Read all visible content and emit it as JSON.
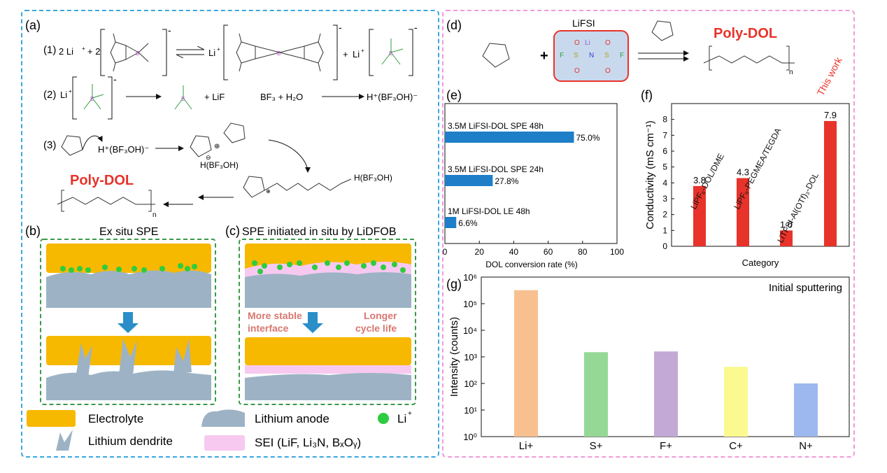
{
  "colors": {
    "left_border": "#3aa7e0",
    "right_border": "#f19ad8",
    "electrolyte": "#f7b800",
    "anode": "#9db3c5",
    "sei": "#f7c9f0",
    "li_ion": "#2ecc40",
    "arrow": "#2a8ec8",
    "bar_blue": "#1e7fc8",
    "bar_red": "#e8332a",
    "poly_dol": "#e8332a",
    "annot": "#d9776f"
  },
  "panel_a": {
    "label": "(a)",
    "eq1": {
      "num": "(1)",
      "lhs": "2 Li",
      "plus_coef": "+ 2",
      "charge": "-",
      "li": "Li",
      "sup": "+",
      "plus": "+",
      "li2": "Li"
    },
    "eq2": {
      "num": "(2)",
      "li": "Li",
      "sup": "+",
      "charge": "-",
      "lif": "+  LiF",
      "bf3": "BF₃  +  H₂O",
      "prod": "H⁺(BF₃OH)⁻"
    },
    "eq3": {
      "num": "(3)",
      "acid": "H⁺(BF₃OH)⁻",
      "h": "H(BF₃OH)",
      "h2": "H(BF₃OH)",
      "plus": "⊕",
      "minus": "⊖"
    },
    "poly_dol": "Poly-DOL",
    "n": "n"
  },
  "panel_b": {
    "label": "(b)",
    "title": "Ex situ SPE"
  },
  "panel_c": {
    "label": "(c)",
    "title": "SPE initiated in situ by LiDFOB",
    "annot_left": [
      "More stable",
      "interface"
    ],
    "annot_right": [
      "Longer",
      "cycle life"
    ]
  },
  "legend": {
    "electrolyte": "Electrolyte",
    "anode": "Lithium anode",
    "li": "Li",
    "li_sup": "+",
    "dendrite": "Lithium dendrite",
    "sei": "SEI (LiF, Li₃N, BₓOᵧ)"
  },
  "panel_d": {
    "label": "(d)",
    "salt": "LiFSI",
    "plus": "+",
    "product": "Poly-DOL",
    "n": "n",
    "atoms": {
      "f1": "F",
      "s1": "S",
      "n": "N",
      "s2": "S",
      "f2": "F",
      "li": "Li",
      "o": "O"
    }
  },
  "panel_e": {
    "label": "(e)"
  },
  "panel_f": {
    "label": "(f)"
  },
  "panel_g": {
    "label": "(g)"
  },
  "chart_data": [
    {
      "type": "bar",
      "orientation": "horizontal",
      "categories": [
        "3.5M LiFSI-DOL SPE 48h",
        "3.5M LiFSI-DOL SPE 24h",
        "1M LiFSI-DOL LE 48h"
      ],
      "values": [
        75.0,
        27.8,
        6.6
      ],
      "data_labels": [
        "75.0%",
        "27.8%",
        "6.6%"
      ],
      "xlabel": "DOL conversion rate (%)",
      "xlim": [
        0,
        100
      ],
      "xticks": [
        "0",
        "20",
        "40",
        "60",
        "80",
        "100"
      ]
    },
    {
      "type": "bar",
      "categories": [
        "LiPF₆-DOL/DME",
        "LiPF₆-PEGMEA/TEGDA",
        "LiTFSI-Al(OTf)₃-DOL",
        "This work"
      ],
      "values": [
        3.8,
        4.3,
        1.0,
        7.9
      ],
      "data_labels": [
        "3.8",
        "4.3",
        "1.0",
        "7.9"
      ],
      "xlabel": "Category",
      "ylabel": "Conductivity (mS cm⁻¹)",
      "ylim": [
        0,
        9
      ],
      "yticks": [
        "0",
        "1",
        "2",
        "3",
        "4",
        "5",
        "6",
        "7",
        "8"
      ]
    },
    {
      "type": "bar",
      "log_scale": true,
      "categories": [
        "Li+",
        "S+",
        "F+",
        "C+",
        "N+"
      ],
      "values": [
        320000,
        1500,
        1600,
        420,
        100
      ],
      "colors": [
        "#f9c08f",
        "#95d896",
        "#c3a9d6",
        "#fbf98f",
        "#9db8ee"
      ],
      "ylabel": "Intensity (counts)",
      "annotation": "Initial sputtering",
      "ylim": [
        1,
        1000000
      ],
      "yticks": [
        "10⁰",
        "10¹",
        "10²",
        "10³",
        "10⁴",
        "10⁵",
        "10⁶"
      ]
    }
  ]
}
